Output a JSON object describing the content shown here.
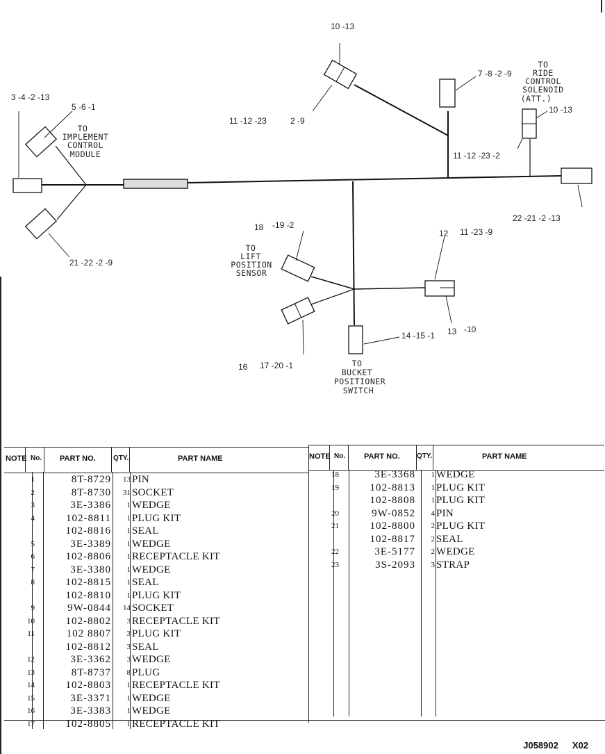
{
  "diagram": {
    "labels": {
      "c1": "3 -4 -2 -13",
      "c2": "5 -6 -1",
      "c3": "21 -22 -2 -9",
      "c4": "10 -13",
      "c5": "11 -12 -23",
      "c6": "2 -9",
      "c7": "7 -8 -2 -9",
      "c8": "10 -13",
      "c9": "11 -12 -23 -2",
      "c10": "22 -21 -2 -13",
      "c11": "18",
      "c12": "-19 -2",
      "c13": "12",
      "c14": "11 -23 -9",
      "c15": "14 -15 -1",
      "c16": "13",
      "c17": "-10",
      "c18": "16",
      "c19": "17 -20 -1"
    },
    "captions": {
      "implement": [
        "TO",
        "IMPLEMENT",
        "CONTROL",
        "MODULE"
      ],
      "ride": [
        "TO",
        "RIDE",
        "CONTROL",
        "SOLENOID",
        "(ATT.)"
      ],
      "lift": [
        "TO",
        "LIFT",
        "POSITION",
        "SENSOR"
      ],
      "bucket": [
        "TO",
        "BUCKET",
        "POSITIONER",
        "SWITCH"
      ]
    }
  },
  "table": {
    "headers": {
      "note": "NOTE",
      "no": "No.",
      "part": "PART NO.",
      "qty": "QTY.",
      "name": "PART NAME"
    },
    "left_rows": [
      {
        "no": "1",
        "part": "8T-8729",
        "qty": "13",
        "name": "PIN"
      },
      {
        "no": "2",
        "part": "8T-8730",
        "qty": "31",
        "name": "SOCKET"
      },
      {
        "no": "3",
        "part": "3E-3386",
        "qty": "1",
        "name": "WEDGE"
      },
      {
        "no": "4",
        "part": "102-8811",
        "qty": "1",
        "name": "PLUG KIT"
      },
      {
        "no": "",
        "part": "102-8816",
        "qty": "1",
        "name": "SEAL"
      },
      {
        "no": "5",
        "part": "3E-3389",
        "qty": "1",
        "name": "WEDGE"
      },
      {
        "no": "6",
        "part": "102-8806",
        "qty": "1",
        "name": "RECEPTACLE KIT"
      },
      {
        "no": "7",
        "part": "3E-3380",
        "qty": "1",
        "name": "WEDGE"
      },
      {
        "no": "8",
        "part": "102-8815",
        "qty": "1",
        "name": "SEAL"
      },
      {
        "no": "",
        "part": "102-8810",
        "qty": "1",
        "name": "PLUG KIT"
      },
      {
        "no": "9",
        "part": "9W-0844",
        "qty": "14",
        "name": "SOCKET"
      },
      {
        "no": "10",
        "part": "102-8802",
        "qty": "3",
        "name": "RECEPTACLE KIT"
      },
      {
        "no": "11",
        "part": "102 8807",
        "qty": "3",
        "name": "PLUG KIT"
      },
      {
        "no": "",
        "part": "102-8812",
        "qty": "3",
        "name": "SEAL"
      },
      {
        "no": "12",
        "part": "3E-3362",
        "qty": "3",
        "name": "WEDGE"
      },
      {
        "no": "13",
        "part": "8T-8737",
        "qty": "8",
        "name": "PLUG"
      },
      {
        "no": "14",
        "part": "102-8803",
        "qty": "1",
        "name": "RECEPTACLE KIT"
      },
      {
        "no": "15",
        "part": "3E-3371",
        "qty": "1",
        "name": "WEDGE"
      },
      {
        "no": "16",
        "part": "3E-3383",
        "qty": "1",
        "name": "WEDGE"
      },
      {
        "no": "17",
        "part": "102-8805",
        "qty": "1",
        "name": "RECEPTACLE KIT"
      }
    ],
    "right_rows": [
      {
        "no": "18",
        "part": "3E-3368",
        "qty": "1",
        "name": "WEDGE"
      },
      {
        "no": "19",
        "part": "102-8813",
        "qty": "1",
        "name": "PLUG KIT"
      },
      {
        "no": "",
        "part": "102-8808",
        "qty": "1",
        "name": "PLUG KIT"
      },
      {
        "no": "20",
        "part": "9W-0852",
        "qty": "4",
        "name": "PIN"
      },
      {
        "no": "21",
        "part": "102-8800",
        "qty": "2",
        "name": "PLUG KIT"
      },
      {
        "no": "",
        "part": "102-8817",
        "qty": "2",
        "name": "SEAL"
      },
      {
        "no": "22",
        "part": "3E-5177",
        "qty": "2",
        "name": "WEDGE"
      },
      {
        "no": "23",
        "part": "3S-2093",
        "qty": "3",
        "name": "STRAP"
      }
    ]
  },
  "footer": {
    "code": "J058902",
    "code2": "X02"
  }
}
